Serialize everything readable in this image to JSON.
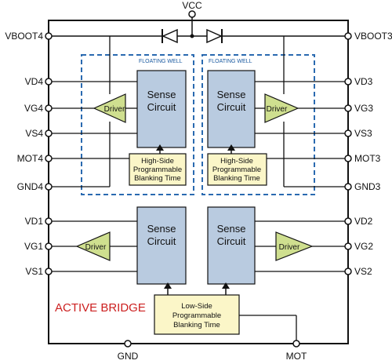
{
  "pins": {
    "vcc": "VCC",
    "vboot4": "VBOOT4",
    "vboot3": "VBOOT3",
    "vd4": "VD4",
    "vg4": "VG4",
    "vs4": "VS4",
    "mot4": "MOT4",
    "gnd4": "GND4",
    "vd3": "VD3",
    "vg3": "VG3",
    "vs3": "VS3",
    "mot3": "MOT3",
    "gnd3": "GND3",
    "vd1": "VD1",
    "vg1": "VG1",
    "vs1": "VS1",
    "vd2": "VD2",
    "vg2": "VG2",
    "vs2": "VS2",
    "gnd": "GND",
    "mot": "MOT"
  },
  "floating_well_label": "FLOATING WELL",
  "sense_circuit": [
    "Sense",
    "Circuit"
  ],
  "driver_label": "Driver",
  "high_side_blanking": [
    "High-Side",
    "Programmable",
    "Blanking Time"
  ],
  "low_side_blanking": [
    "Low-Side",
    "Programmable",
    "Blanking Time"
  ],
  "active_bridge_label": "ACTIVE BRIDGE",
  "colors": {
    "sense_fill": "#b9cbe0",
    "driver_fill": "#cfdf8f",
    "blanking_fill": "#fbf6c8",
    "floating_well_border": "#2a6ab0",
    "active_bridge_text": "#cc1f1f"
  }
}
